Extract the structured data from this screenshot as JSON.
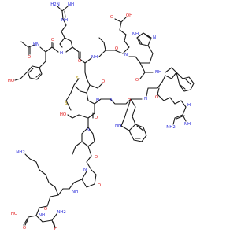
{
  "molecule": {
    "atom_labels": {
      "NH2": "NH2",
      "NH": "NH",
      "N": "N",
      "HN": "HN",
      "H2N": "H2N",
      "O": "O",
      "HO": "HO",
      "OH": "OH",
      "S": "S",
      "H": "H",
      "NH_arg": "NH"
    }
  }
}
